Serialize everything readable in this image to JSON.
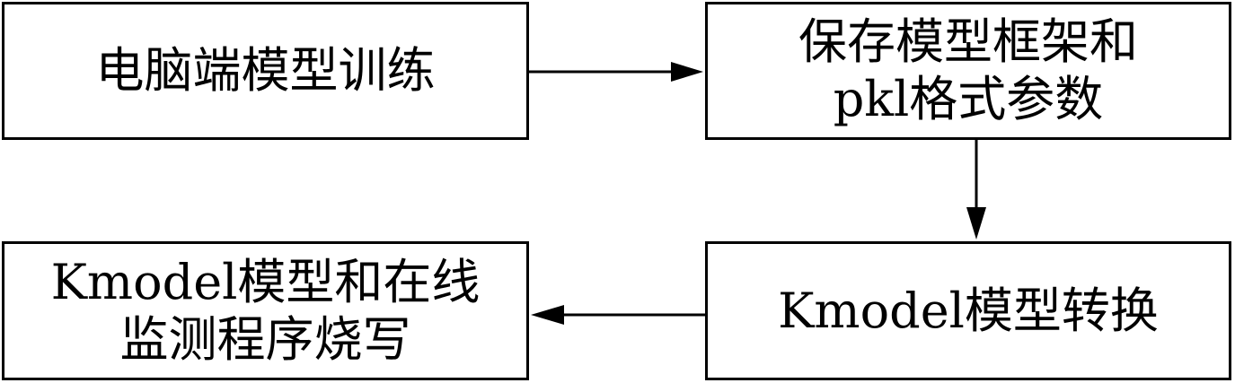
{
  "steps": [
    {
      "lines": [
        "电脑端模型训练"
      ]
    },
    {
      "lines": [
        "保存模型框架和",
        "pkl格式参数"
      ]
    },
    {
      "lines": [
        "Kmodel模型转换"
      ]
    },
    {
      "lines": [
        "Kmodel模型和在线",
        "监测程序烧写"
      ]
    }
  ],
  "flow": [
    "1 -> 2",
    "2 -> 3",
    "3 -> 4"
  ]
}
